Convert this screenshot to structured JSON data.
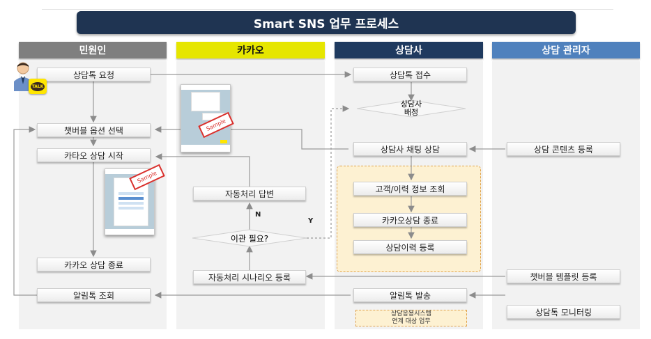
{
  "title": "Smart SNS 업무 프로세스",
  "lanes": {
    "customer": {
      "label": "민원인",
      "bg": "#7f7f7f",
      "fg": "#ffffff"
    },
    "kakao": {
      "label": "카카오",
      "bg": "#e6e600",
      "fg": "#111111"
    },
    "agent": {
      "label": "상담사",
      "bg": "#1f3a5f",
      "fg": "#ffffff"
    },
    "manager": {
      "label": "상담 관리자",
      "bg": "#4f81bd",
      "fg": "#ffffff"
    }
  },
  "nodes": {
    "request": "상담톡 요청",
    "chatbot_select": "챗버블 옵션 선택",
    "kakao_start": "카타오 상담 시작",
    "kakao_end_customer": "카카오 상담 종료",
    "alimtalk_view": "알림톡 조회",
    "auto_answer": "자동처리 답변",
    "transfer_question": "이관 필요?",
    "auto_scenario": "자동처리 시나리오 등록",
    "receive": "상담톡 접수",
    "assign": "상담사\n배정",
    "agent_chat": "상담사 채팅 상담",
    "customer_info": "고객/이력 정보 조회",
    "kakao_end_agent": "카카오상담 종료",
    "history_register": "상담이력 등록",
    "alimtalk_send": "알림톡 발송",
    "content_register": "상담 콘텐츠 등록",
    "template_register": "챗버블 템플릿 등록",
    "monitoring": "상담톡 모니터링"
  },
  "branch_labels": {
    "no": "N",
    "yes": "Y"
  },
  "legend_text": [
    "상담응용시스템",
    "연계 대상 업무"
  ],
  "sample_label": "Sample",
  "talk_badge": "TALK",
  "colors": {
    "highlight_fill": "#fdf1d2",
    "highlight_border": "#e0a24a",
    "sample_red": "#d9302c"
  },
  "icons": [
    "user-avatar-icon",
    "kakao-talk-icon"
  ]
}
